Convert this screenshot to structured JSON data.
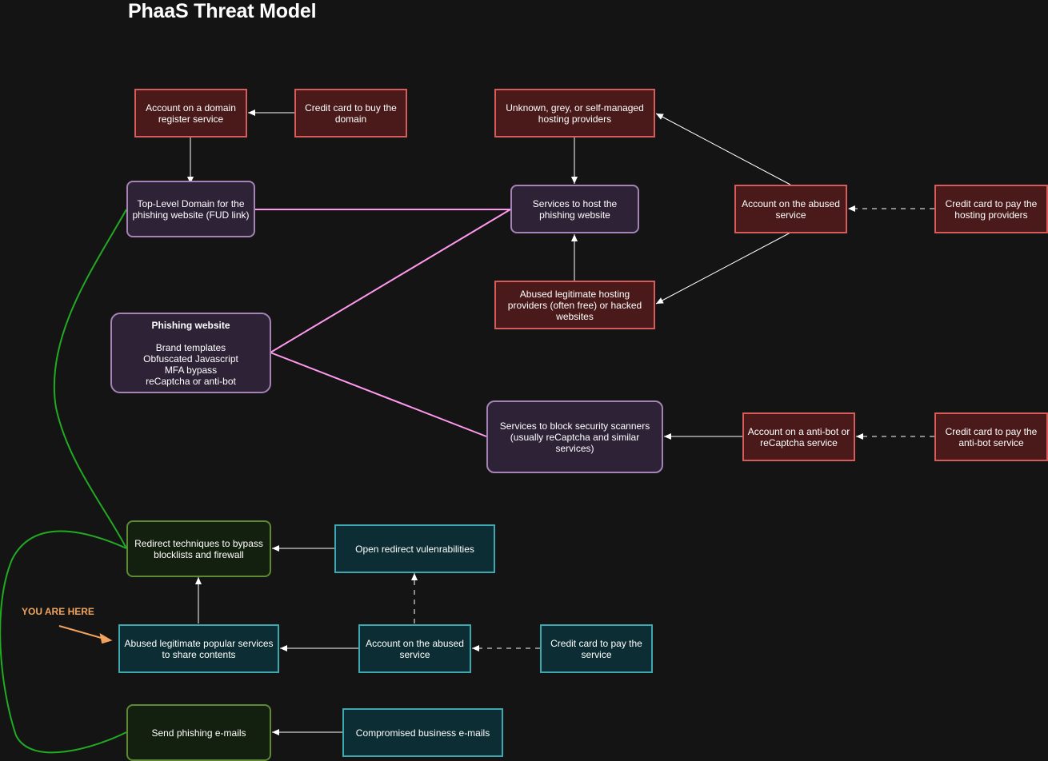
{
  "title": "PhaaS Threat Model",
  "annotation": "YOU ARE HERE",
  "colors": {
    "background": "#141414",
    "red_fill": "#4a1a1a",
    "red_border": "#d65c5c",
    "purple_fill": "#2d2236",
    "purple_border": "#a583b5",
    "green_fill": "#14200f",
    "green_border": "#5e8a36",
    "teal_fill": "#0c2d33",
    "teal_border": "#3fa7b0",
    "pink_line": "#ff99ee",
    "green_line": "#22aa22",
    "annotation": "#f0a35e"
  },
  "nodes": {
    "domain_account": "Account on a domain register service",
    "cc_domain": "Credit card to buy the domain",
    "tld": "Top-Level Domain for the phishing website (FUD link)",
    "unknown_hosting": "Unknown, grey, or self-managed hosting providers",
    "host_services": "Services to host the phishing website",
    "abused_account": "Account on the abused service",
    "cc_hosting": "Credit card to pay the hosting providers",
    "abused_hosting": "Abused legitimate hosting providers (often free) or hacked websites",
    "phishing_site": {
      "heading": "Phishing website",
      "items": [
        "Brand templates",
        "Obfuscated Javascript",
        "MFA bypass",
        "reCaptcha or anti-bot"
      ]
    },
    "block_scanners": "Services to block security scanners (usually reCaptcha and similar services)",
    "antibot_account": "Account on a anti-bot or reCaptcha service",
    "cc_antibot": "Credit card to pay the anti-bot service",
    "redirect": "Redirect techniques to bypass blocklists and firewall",
    "open_redirect": "Open redirect vulenrabilities",
    "abused_popular": "Abused legitimate popular services to share contents",
    "account_abused2": "Account on the abused service",
    "cc_service": "Credit card to pay the service",
    "send_emails": "Send phishing e-mails",
    "compromised_emails": "Compromised business e-mails"
  }
}
